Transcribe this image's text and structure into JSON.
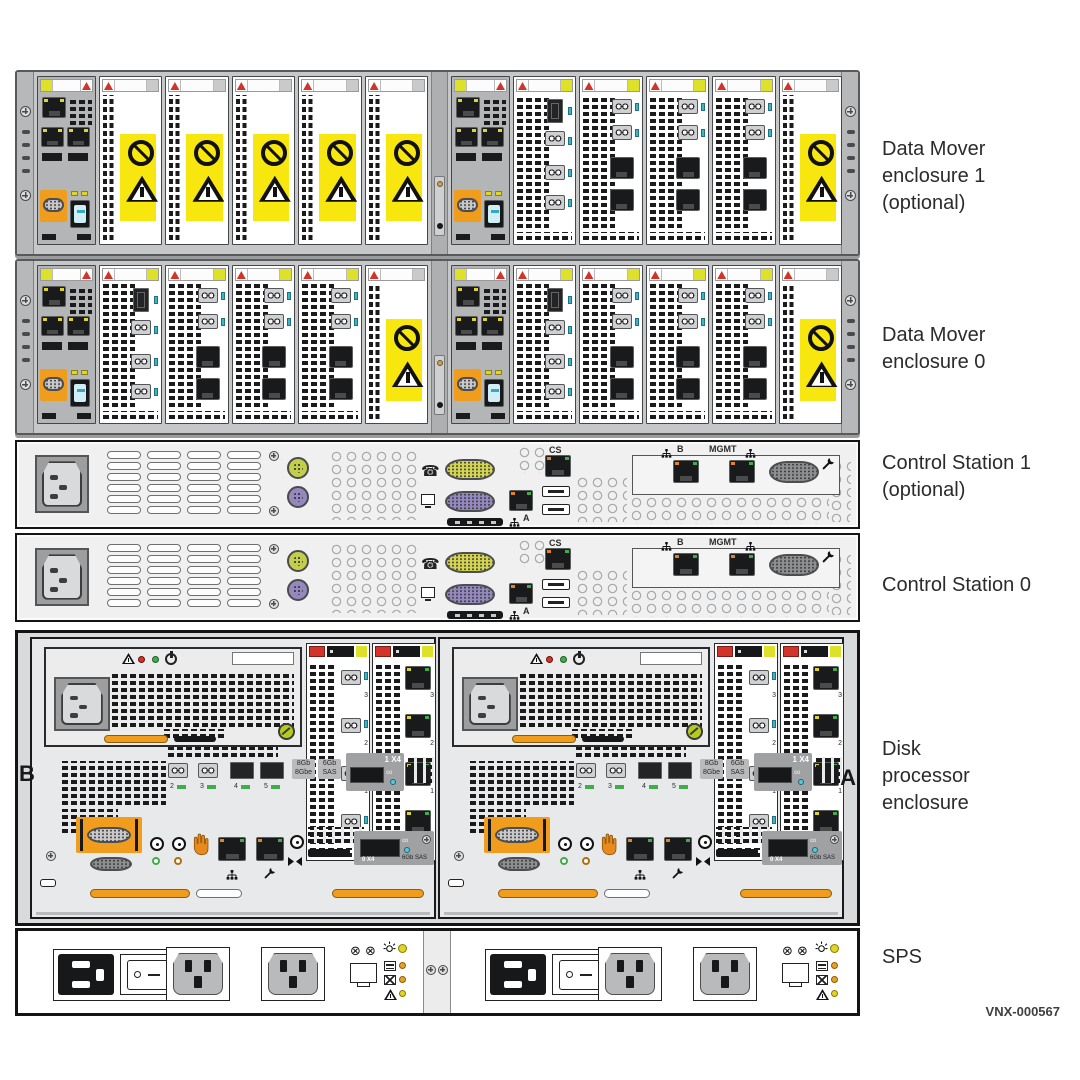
{
  "figure_id": "VNX-000567",
  "annotations": [
    {
      "id": "dme1",
      "lines": [
        "Data Mover",
        "enclosure 1",
        "(optional)"
      ]
    },
    {
      "id": "dme0",
      "lines": [
        "Data Mover",
        "enclosure 0"
      ]
    },
    {
      "id": "cs1",
      "lines": [
        "Control Station 1",
        "(optional)"
      ]
    },
    {
      "id": "cs0",
      "lines": [
        "Control Station 0"
      ]
    },
    {
      "id": "dpe",
      "lines": [
        "Disk",
        "processor",
        "enclosure"
      ]
    },
    {
      "id": "sps",
      "lines": [
        "SPS"
      ]
    }
  ],
  "control_station": {
    "cs_port": "CS",
    "port_b": "B",
    "port_mgmt": "MGMT",
    "port_a": "A"
  },
  "dpe": {
    "side_left": "B",
    "side_right": "A",
    "io_port_numbers": [
      "3",
      "2",
      "1",
      "0"
    ],
    "fe_port_numbers": [
      "2",
      "3",
      "4",
      "5"
    ],
    "speed_chip_fc": [
      "8Gb",
      "8Gbe"
    ],
    "speed_chip_sas": [
      "6Gb",
      "SAS"
    ],
    "sas_expansion_port": "1 X4",
    "sas_port_0": "0 X4",
    "sas_speed_label": "6Gb SAS"
  },
  "structure": {
    "dme_rows": [
      {
        "id": "row-dme1",
        "name": "data-mover-enclosure-1",
        "left": [
          "blank",
          "blank",
          "blank",
          "blank",
          "blank"
        ],
        "right": [
          "fc4",
          "fce",
          "fce",
          "fce",
          "blank"
        ]
      },
      {
        "id": "row-dme0",
        "name": "data-mover-enclosure-0",
        "left": [
          "fc4",
          "fce",
          "fce",
          "fce",
          "blank"
        ],
        "right": [
          "fc4",
          "fce",
          "fce",
          "fce",
          "blank"
        ]
      }
    ]
  },
  "colors": {
    "warning_yellow": "#f8e70f",
    "module_yellow": "#dde12a",
    "alert_red": "#d2342a",
    "emc_orange": "#f09d1e",
    "led_green": "#3fae49",
    "led_yellow": "#e0d427",
    "teal": "#3ab6cc",
    "serial_yellow": "#d3d44f",
    "ps2_green": "#c3cf4a",
    "ps2_purple": "#9488bf",
    "text": "#2b2b2b"
  }
}
